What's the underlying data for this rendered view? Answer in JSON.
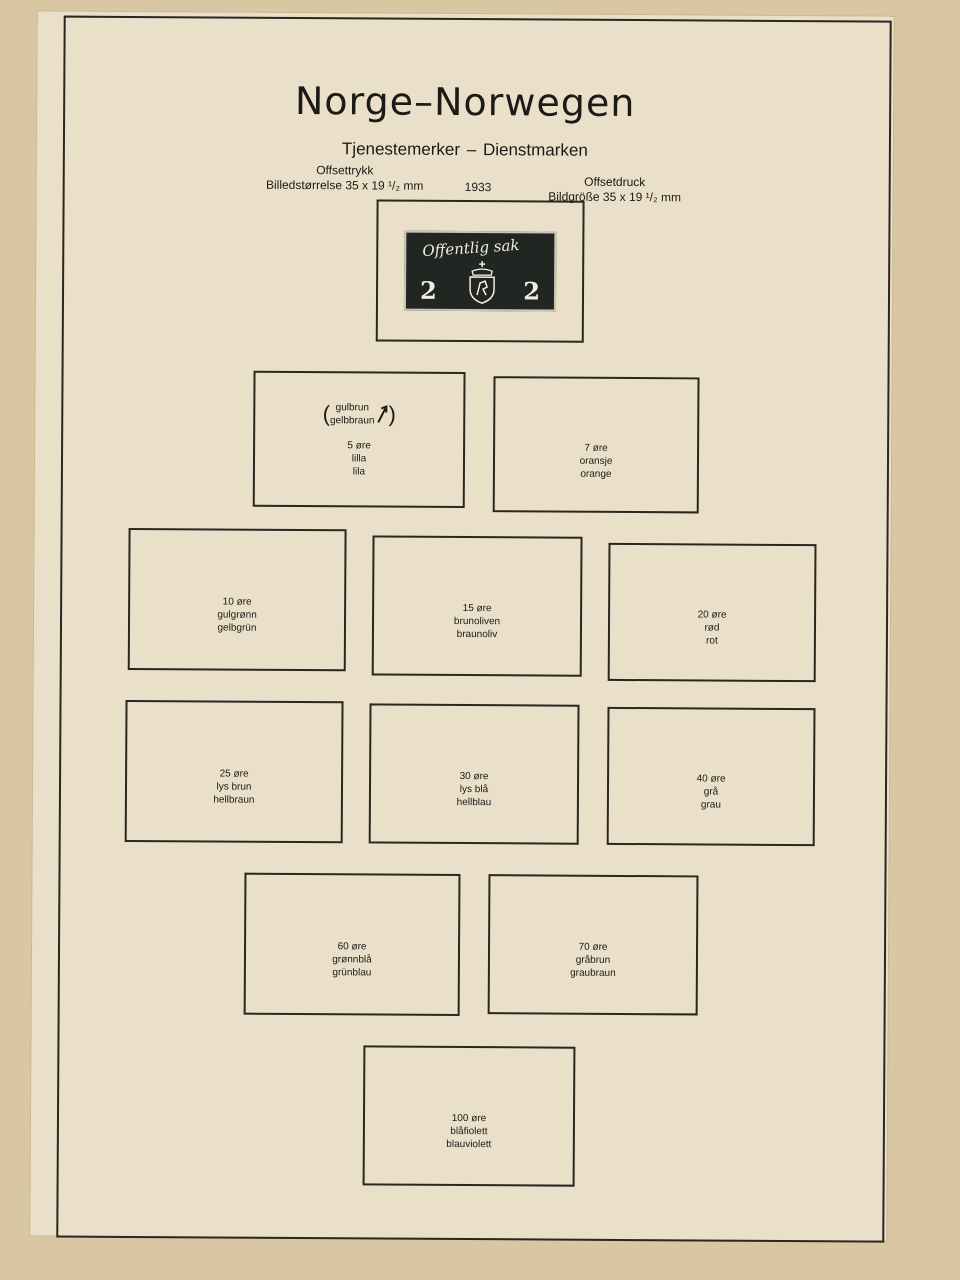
{
  "header": {
    "title": "Norge–Norwegen",
    "subtitle_no": "Tjenestemerker",
    "dash": "–",
    "subtitle_de": "Dienstmarken",
    "left_line1": "Offsettrykk",
    "left_line2": "Billedstørrelse 35 x 19 ¹/₂ mm",
    "year": "1933",
    "right_line1": "Offsetdruck",
    "right_line2": "Bildgröße 35 x 19 ¹/₂ mm"
  },
  "stamp": {
    "inscription": "Offentlig sak",
    "value_left": "2",
    "value_right": "2",
    "colors": {
      "ground": "#212623",
      "print": "#f1ede2"
    }
  },
  "variety": {
    "line1": "gulbrun",
    "line2": "gelbbraun",
    "open": "(",
    "close": ")"
  },
  "slots": [
    {
      "value": "5 øre",
      "color_no": "lilla",
      "color_de": "lila"
    },
    {
      "value": "7 øre",
      "color_no": "oransje",
      "color_de": "orange"
    },
    {
      "value": "10 øre",
      "color_no": "gulgrønn",
      "color_de": "gelbgrün"
    },
    {
      "value": "15 øre",
      "color_no": "brunoliven",
      "color_de": "braunoliv"
    },
    {
      "value": "20 øre",
      "color_no": "rød",
      "color_de": "rot"
    },
    {
      "value": "25 øre",
      "color_no": "lys brun",
      "color_de": "hellbraun"
    },
    {
      "value": "30 øre",
      "color_no": "lys blå",
      "color_de": "hellblau"
    },
    {
      "value": "40 øre",
      "color_no": "grå",
      "color_de": "grau"
    },
    {
      "value": "60 øre",
      "color_no": "grønnblå",
      "color_de": "grünblau"
    },
    {
      "value": "70 øre",
      "color_no": "gråbrun",
      "color_de": "graubraun"
    },
    {
      "value": "100 øre",
      "color_no": "blåfiolett",
      "color_de": "blauviolett"
    }
  ]
}
